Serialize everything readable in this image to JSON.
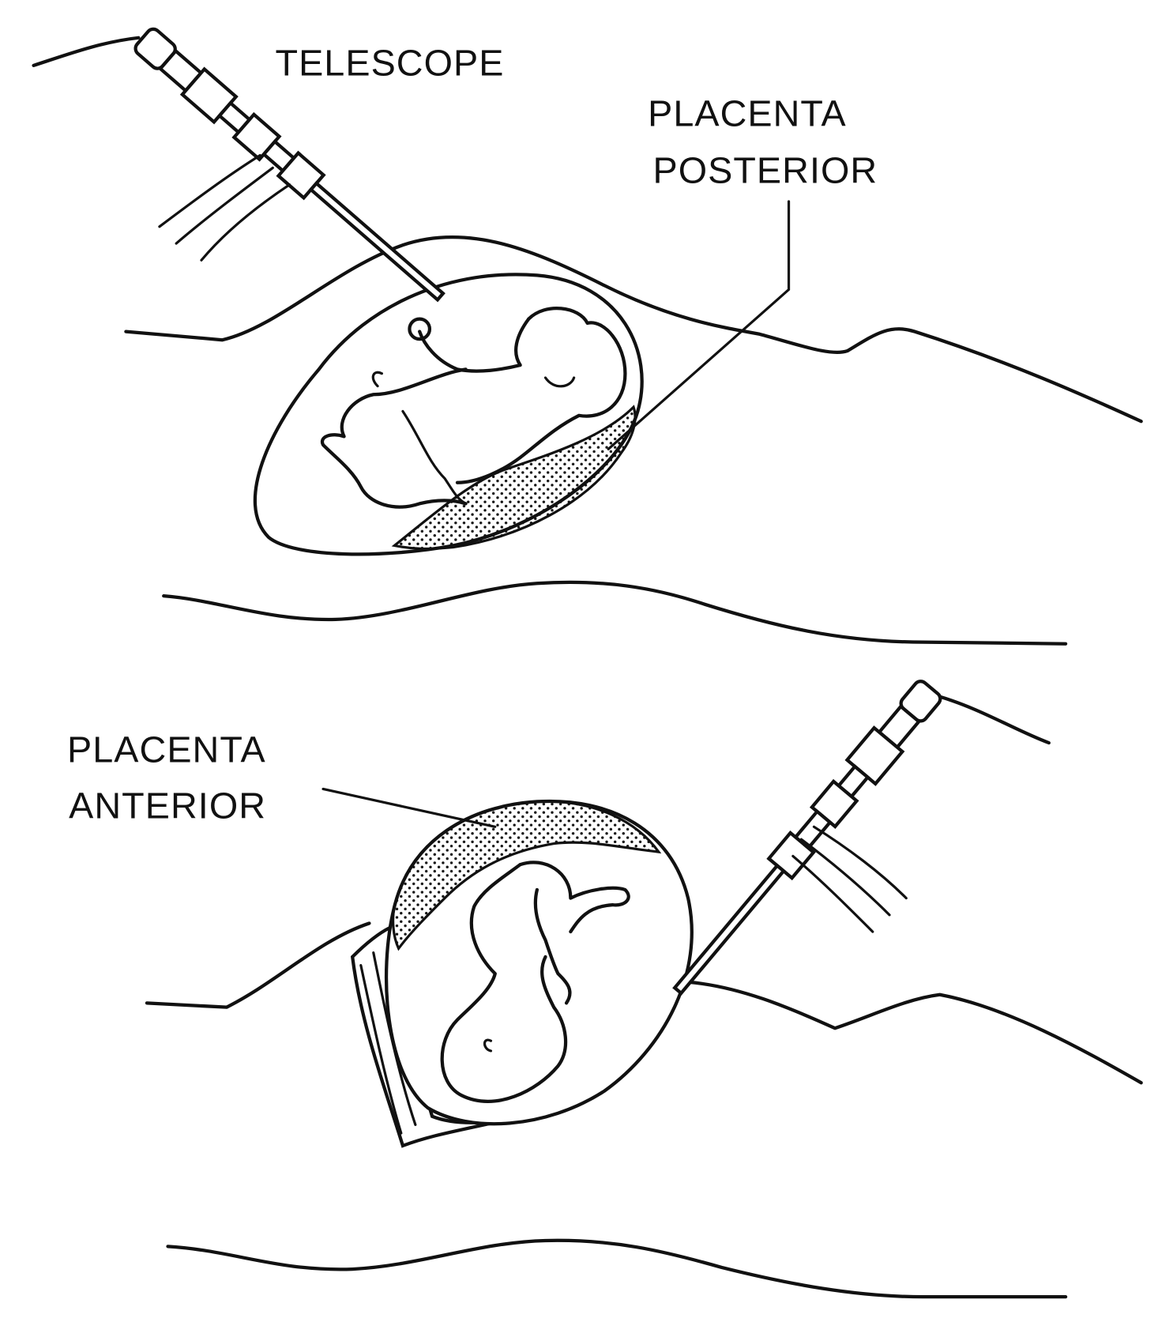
{
  "labels": {
    "telescope": "TELESCOPE",
    "placenta_posterior_line1": "PLACENTA",
    "placenta_posterior_line2": "POSTERIOR",
    "placenta_anterior_line1": "PLACENTA",
    "placenta_anterior_line2": "ANTERIOR"
  },
  "colors": {
    "ink": "#111111",
    "background": "#ffffff"
  }
}
